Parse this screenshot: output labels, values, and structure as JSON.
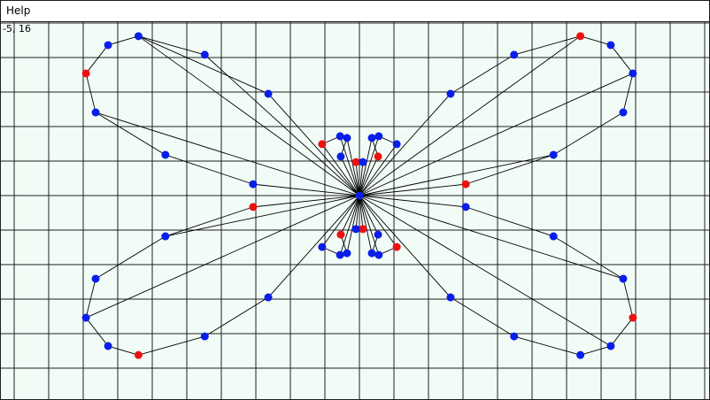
{
  "menu": {
    "help_label": "Help"
  },
  "coordinate_readout": "-5, 16",
  "colors": {
    "background": "#f2fcf6",
    "grid": "#1f1f1f",
    "edge": "#000000",
    "point_blue": "#0a1ee8",
    "point_red": "#ee1111"
  },
  "point_types": [
    "blue-point",
    "red-point"
  ],
  "graph": {
    "points": [
      {
        "id": 0,
        "x": 0.0,
        "y": 0.0,
        "color": "blue"
      },
      {
        "id": 1,
        "x": -7.28,
        "y": 4.36,
        "color": "blue"
      },
      {
        "id": 2,
        "x": -6.4,
        "y": 4.62,
        "color": "blue"
      },
      {
        "id": 3,
        "x": -7.92,
        "y": 3.54,
        "color": "red"
      },
      {
        "id": 4,
        "x": -7.64,
        "y": 2.41,
        "color": "blue"
      },
      {
        "id": 5,
        "x": -5.62,
        "y": 1.18,
        "color": "blue"
      },
      {
        "id": 6,
        "x": -3.08,
        "y": 0.33,
        "color": "blue"
      },
      {
        "id": 7,
        "x": -4.48,
        "y": 4.08,
        "color": "blue"
      },
      {
        "id": 8,
        "x": -2.64,
        "y": 2.95,
        "color": "blue"
      },
      {
        "id": 9,
        "x": -1.08,
        "y": 1.49,
        "color": "red"
      },
      {
        "id": 10,
        "x": -0.56,
        "y": 1.72,
        "color": "blue"
      },
      {
        "id": 11,
        "x": -0.36,
        "y": 1.67,
        "color": "blue"
      },
      {
        "id": 12,
        "x": -0.54,
        "y": 1.13,
        "color": "blue"
      },
      {
        "id": 13,
        "x": -0.1,
        "y": 0.97,
        "color": "red"
      },
      {
        "id": 14,
        "x": 0.1,
        "y": 0.97,
        "color": "blue"
      },
      {
        "id": 15,
        "x": 0.54,
        "y": 1.13,
        "color": "red"
      },
      {
        "id": 16,
        "x": 0.36,
        "y": 1.67,
        "color": "blue"
      },
      {
        "id": 17,
        "x": 0.56,
        "y": 1.72,
        "color": "blue"
      },
      {
        "id": 18,
        "x": 1.08,
        "y": 1.49,
        "color": "blue"
      },
      {
        "id": 19,
        "x": 2.64,
        "y": 2.95,
        "color": "blue"
      },
      {
        "id": 20,
        "x": 4.48,
        "y": 4.08,
        "color": "blue"
      },
      {
        "id": 21,
        "x": 6.4,
        "y": 4.62,
        "color": "red"
      },
      {
        "id": 22,
        "x": 7.28,
        "y": 4.36,
        "color": "blue"
      },
      {
        "id": 23,
        "x": 7.92,
        "y": 3.54,
        "color": "blue"
      },
      {
        "id": 24,
        "x": 7.64,
        "y": 2.41,
        "color": "blue"
      },
      {
        "id": 25,
        "x": 5.62,
        "y": 1.18,
        "color": "blue"
      },
      {
        "id": 26,
        "x": 3.08,
        "y": 0.33,
        "color": "red"
      },
      {
        "id": 27,
        "x": 3.08,
        "y": -0.33,
        "color": "blue"
      },
      {
        "id": 28,
        "x": 5.62,
        "y": -1.18,
        "color": "blue"
      },
      {
        "id": 29,
        "x": 7.64,
        "y": -2.41,
        "color": "blue"
      },
      {
        "id": 30,
        "x": 7.92,
        "y": -3.54,
        "color": "red"
      },
      {
        "id": 31,
        "x": 7.28,
        "y": -4.36,
        "color": "blue"
      },
      {
        "id": 32,
        "x": 6.4,
        "y": -4.62,
        "color": "blue"
      },
      {
        "id": 33,
        "x": 4.48,
        "y": -4.08,
        "color": "blue"
      },
      {
        "id": 34,
        "x": 2.64,
        "y": -2.95,
        "color": "blue"
      },
      {
        "id": 35,
        "x": 1.08,
        "y": -1.49,
        "color": "red"
      },
      {
        "id": 36,
        "x": 0.56,
        "y": -1.72,
        "color": "blue"
      },
      {
        "id": 37,
        "x": 0.36,
        "y": -1.67,
        "color": "blue"
      },
      {
        "id": 38,
        "x": 0.54,
        "y": -1.13,
        "color": "blue"
      },
      {
        "id": 39,
        "x": 0.1,
        "y": -0.97,
        "color": "red"
      },
      {
        "id": 40,
        "x": -0.1,
        "y": -0.97,
        "color": "blue"
      },
      {
        "id": 41,
        "x": -0.54,
        "y": -1.13,
        "color": "red"
      },
      {
        "id": 42,
        "x": -0.36,
        "y": -1.67,
        "color": "blue"
      },
      {
        "id": 43,
        "x": -0.56,
        "y": -1.72,
        "color": "blue"
      },
      {
        "id": 44,
        "x": -1.08,
        "y": -1.49,
        "color": "blue"
      },
      {
        "id": 45,
        "x": -2.64,
        "y": -2.95,
        "color": "blue"
      },
      {
        "id": 46,
        "x": -4.48,
        "y": -4.08,
        "color": "blue"
      },
      {
        "id": 47,
        "x": -6.4,
        "y": -4.62,
        "color": "red"
      },
      {
        "id": 48,
        "x": -7.28,
        "y": -4.36,
        "color": "blue"
      },
      {
        "id": 49,
        "x": -7.92,
        "y": -3.54,
        "color": "blue"
      },
      {
        "id": 50,
        "x": -7.64,
        "y": -2.41,
        "color": "blue"
      },
      {
        "id": 51,
        "x": -5.62,
        "y": -1.18,
        "color": "blue"
      },
      {
        "id": 52,
        "x": -3.08,
        "y": -0.33,
        "color": "red"
      }
    ],
    "edges": [
      [
        0,
        2
      ],
      [
        2,
        1
      ],
      [
        1,
        3
      ],
      [
        3,
        4
      ],
      [
        4,
        5
      ],
      [
        5,
        6
      ],
      [
        6,
        0
      ],
      [
        0,
        7
      ],
      [
        7,
        2
      ],
      [
        0,
        4
      ],
      [
        0,
        8
      ],
      [
        8,
        2
      ],
      [
        0,
        9
      ],
      [
        9,
        10
      ],
      [
        10,
        0
      ],
      [
        0,
        11
      ],
      [
        11,
        12
      ],
      [
        12,
        0
      ],
      [
        0,
        13
      ],
      [
        13,
        14
      ],
      [
        14,
        0
      ],
      [
        0,
        15
      ],
      [
        15,
        16
      ],
      [
        16,
        0
      ],
      [
        0,
        17
      ],
      [
        17,
        18
      ],
      [
        18,
        0
      ],
      [
        0,
        19
      ],
      [
        19,
        20
      ],
      [
        20,
        21
      ],
      [
        21,
        22
      ],
      [
        22,
        23
      ],
      [
        23,
        24
      ],
      [
        24,
        25
      ],
      [
        25,
        26
      ],
      [
        26,
        0
      ],
      [
        0,
        21
      ],
      [
        0,
        23
      ],
      [
        0,
        25
      ],
      [
        0,
        27
      ],
      [
        27,
        28
      ],
      [
        28,
        29
      ],
      [
        29,
        30
      ],
      [
        30,
        31
      ],
      [
        31,
        32
      ],
      [
        32,
        33
      ],
      [
        33,
        34
      ],
      [
        34,
        0
      ],
      [
        0,
        29
      ],
      [
        0,
        31
      ],
      [
        0,
        35
      ],
      [
        35,
        36
      ],
      [
        36,
        0
      ],
      [
        0,
        37
      ],
      [
        37,
        38
      ],
      [
        38,
        0
      ],
      [
        0,
        39
      ],
      [
        39,
        40
      ],
      [
        40,
        0
      ],
      [
        0,
        41
      ],
      [
        41,
        42
      ],
      [
        42,
        0
      ],
      [
        0,
        43
      ],
      [
        43,
        44
      ],
      [
        44,
        0
      ],
      [
        0,
        45
      ],
      [
        45,
        46
      ],
      [
        46,
        47
      ],
      [
        47,
        48
      ],
      [
        48,
        49
      ],
      [
        49,
        50
      ],
      [
        50,
        51
      ],
      [
        51,
        52
      ],
      [
        52,
        0
      ],
      [
        0,
        49
      ],
      [
        0,
        51
      ]
    ]
  }
}
